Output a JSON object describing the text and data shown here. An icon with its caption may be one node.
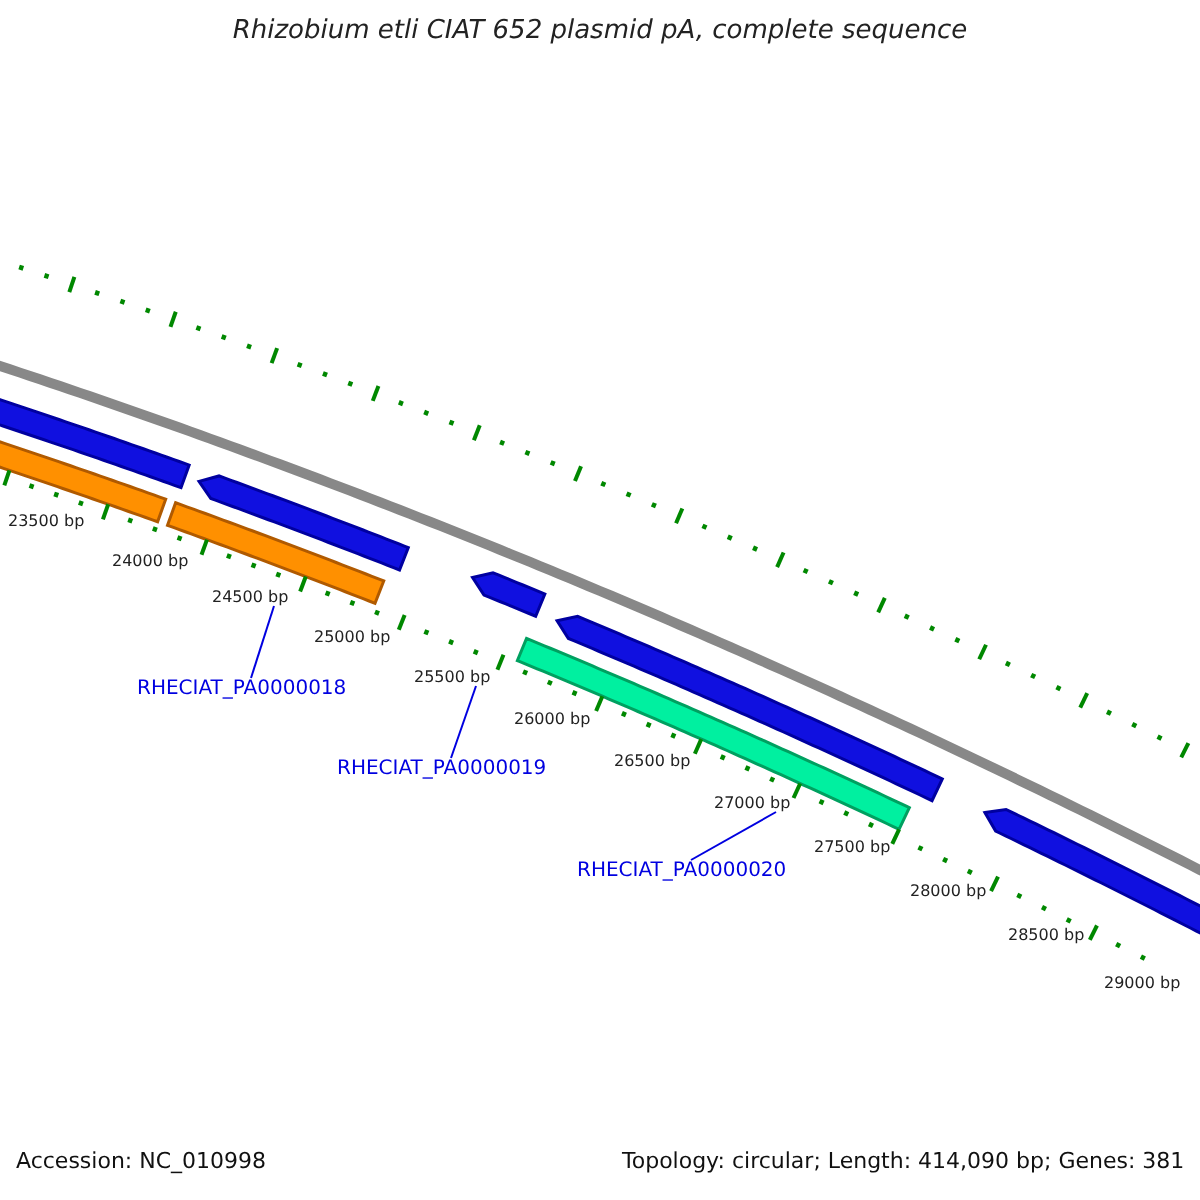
{
  "diagram": {
    "title": "Rhizobium etli CIAT 652 plasmid pA, complete sequence",
    "nodes": [
      {
        "text": [
          "24500 bp"
        ]
      },
      {
        "text": [
          "RHECIAT_PA0000018"
        ]
      },
      {
        "text": [
          "25500 bp"
        ]
      },
      {
        "text": [
          "RHECIAT_PA0000019"
        ]
      },
      {
        "text": [
          "27000 bp"
        ]
      },
      {
        "text": [
          "RHECIAT_PA0000020"
        ]
      }
    ],
    "edges": [
      {
        "from": 1,
        "to": 0,
        "arrow": "none"
      },
      {
        "from": 3,
        "to": 2,
        "arrow": "none"
      },
      {
        "from": 5,
        "to": 4,
        "arrow": "none"
      }
    ],
    "labels": [
      "23500 bp",
      "24000 bp",
      "25000 bp",
      "26000 bp",
      "26500 bp",
      "27500 bp",
      "28000 bp",
      "28500 bp",
      "29000 bp",
      "Accession: NC_010998",
      "Topology: circular; Length: 414,090 bp; Genes: 381"
    ]
  }
}
